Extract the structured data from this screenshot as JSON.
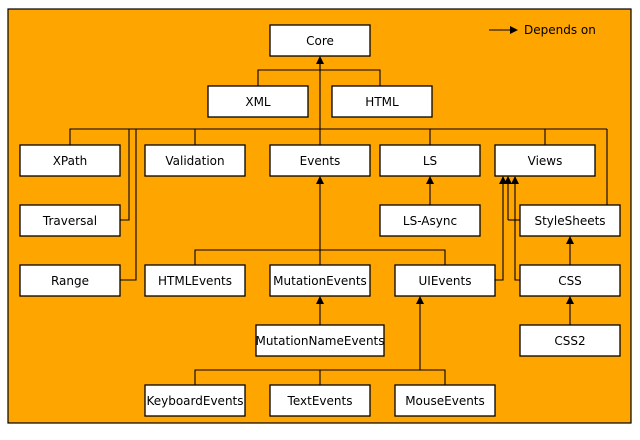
{
  "legend": {
    "label": "Depends on"
  },
  "colors": {
    "background": "#ffa500",
    "box_fill": "#ffffff",
    "line": "#000000"
  },
  "nodes": {
    "core": "Core",
    "xml": "XML",
    "html": "HTML",
    "xpath": "XPath",
    "validation": "Validation",
    "events": "Events",
    "ls": "LS",
    "views": "Views",
    "traversal": "Traversal",
    "ls_async": "LS-Async",
    "stylesheets": "StyleSheets",
    "range": "Range",
    "htmlevents": "HTMLEvents",
    "mutationevents": "MutationEvents",
    "uievents": "UIEvents",
    "css": "CSS",
    "mutationnameevents": "MutationNameEvents",
    "css2": "CSS2",
    "keyboardevents": "KeyboardEvents",
    "textevents": "TextEvents",
    "mouseevents": "MouseEvents"
  }
}
